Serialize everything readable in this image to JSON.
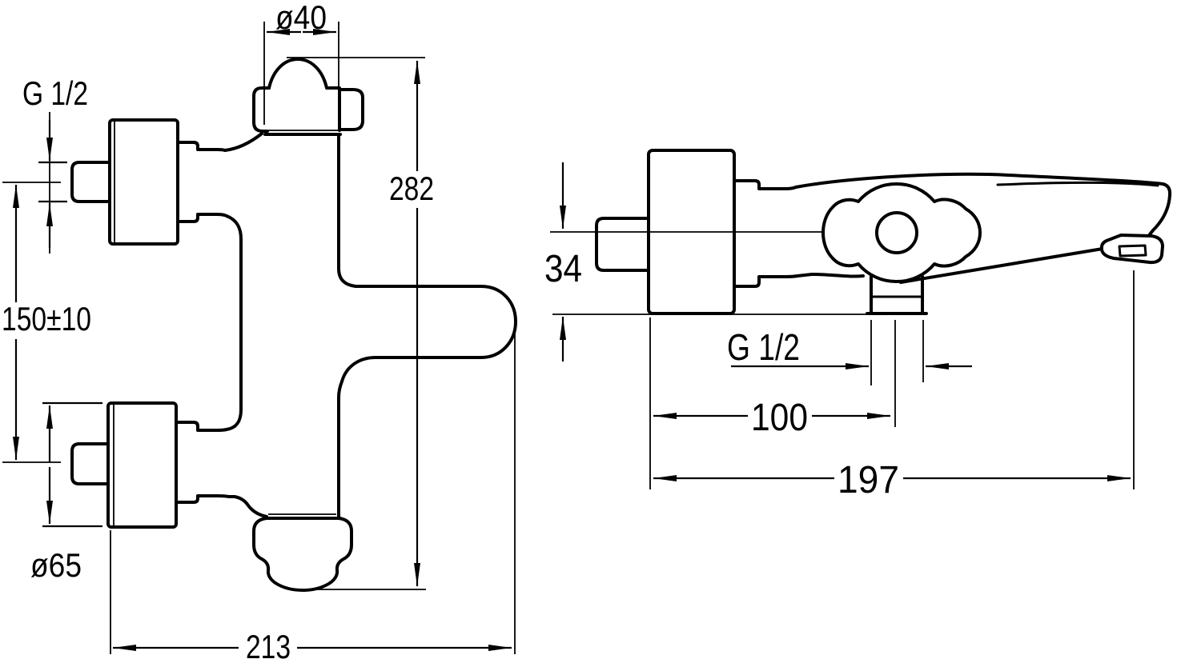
{
  "drawing": {
    "type": "technical-dimension-drawing",
    "subject": "wall-mounted thermostatic bath-shower mixer, front and side views",
    "colors": {
      "line": "#000000",
      "background": "#ffffff"
    },
    "labels": {
      "front_view": {
        "top_outlet_diameter": "ø40",
        "inlet_thread": "G 1/2",
        "overall_height": "282",
        "inlet_spacing": "150±10",
        "escutcheon_diameter": "ø65",
        "overall_width": "213"
      },
      "side_view": {
        "spout_drop": "34",
        "bottom_outlet_thread": "G 1/2",
        "outlet_offset": "100",
        "overall_depth": "197"
      }
    }
  }
}
